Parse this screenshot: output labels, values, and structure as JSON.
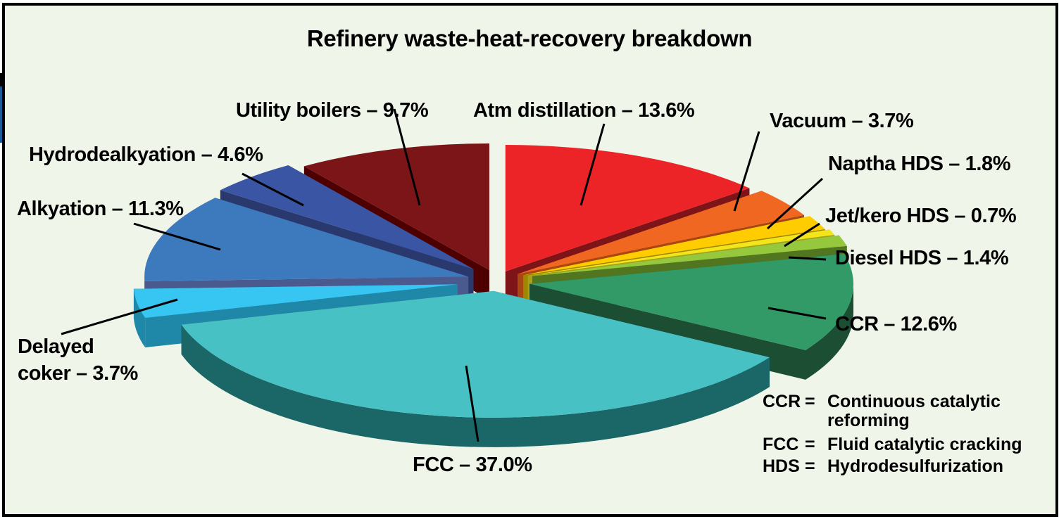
{
  "title": "Refinery waste-heat-recovery breakdown",
  "labels": {
    "utility_boilers": "Utility boilers – 9.7%",
    "atm_distillation": "Atm distillation – 13.6%",
    "vacuum": "Vacuum – 3.7%",
    "naptha_hds": "Naptha HDS – 1.8%",
    "jet_kero_hds": "Jet/kero HDS – 0.7%",
    "diesel_hds": "Diesel HDS – 1.4%",
    "ccr": "CCR – 12.6%",
    "fcc": "FCC – 37.0%",
    "delayed_coker_line1": "Delayed",
    "delayed_coker_line2": "coker – 3.7%",
    "alkyation": "Alkyation – 11.3%",
    "hydrodealkyation": "Hydrodealkyation – 4.6%"
  },
  "glossary": [
    {
      "abbr": "CCR",
      "eq": "=",
      "def": "Continuous catalytic",
      "def2": "reforming"
    },
    {
      "abbr": "FCC",
      "eq": "=",
      "def": "Fluid catalytic cracking"
    },
    {
      "abbr": "HDS",
      "eq": "=",
      "def": "Hydrodesulfurization"
    }
  ],
  "chart_data": {
    "type": "pie",
    "title": "Refinery waste-heat-recovery breakdown",
    "style": "3d-exploded",
    "unit": "%",
    "categories": [
      "Atm distillation",
      "Vacuum",
      "Naptha HDS",
      "Jet/kero HDS",
      "Diesel HDS",
      "CCR",
      "FCC",
      "Delayed coker",
      "Alkyation",
      "Hydrodealkyation",
      "Utility boilers"
    ],
    "values": [
      13.6,
      3.7,
      1.8,
      0.7,
      1.4,
      12.6,
      37.0,
      3.7,
      11.3,
      4.6,
      9.7
    ],
    "colors": [
      "#ec2427",
      "#f06722",
      "#ffcc00",
      "#f2e51b",
      "#95c83d",
      "#319a67",
      "#48c1c5",
      "#37c5f2",
      "#3c79bd",
      "#3a55a4",
      "#7c1518"
    ],
    "side_colors": [
      "#7e1318",
      "#a84712",
      "#a08500",
      "#a8a018",
      "#52751f",
      "#1c4e34",
      "#1b6666",
      "#1f87a8",
      "#4a5a8f",
      "#2a396d",
      "#4e0000"
    ],
    "legend_position": "none (leader-line labels)",
    "annotations": [
      "CCR = Continuous catalytic reforming",
      "FCC = Fluid catalytic cracking",
      "HDS = Hydrodesulfurization"
    ]
  }
}
